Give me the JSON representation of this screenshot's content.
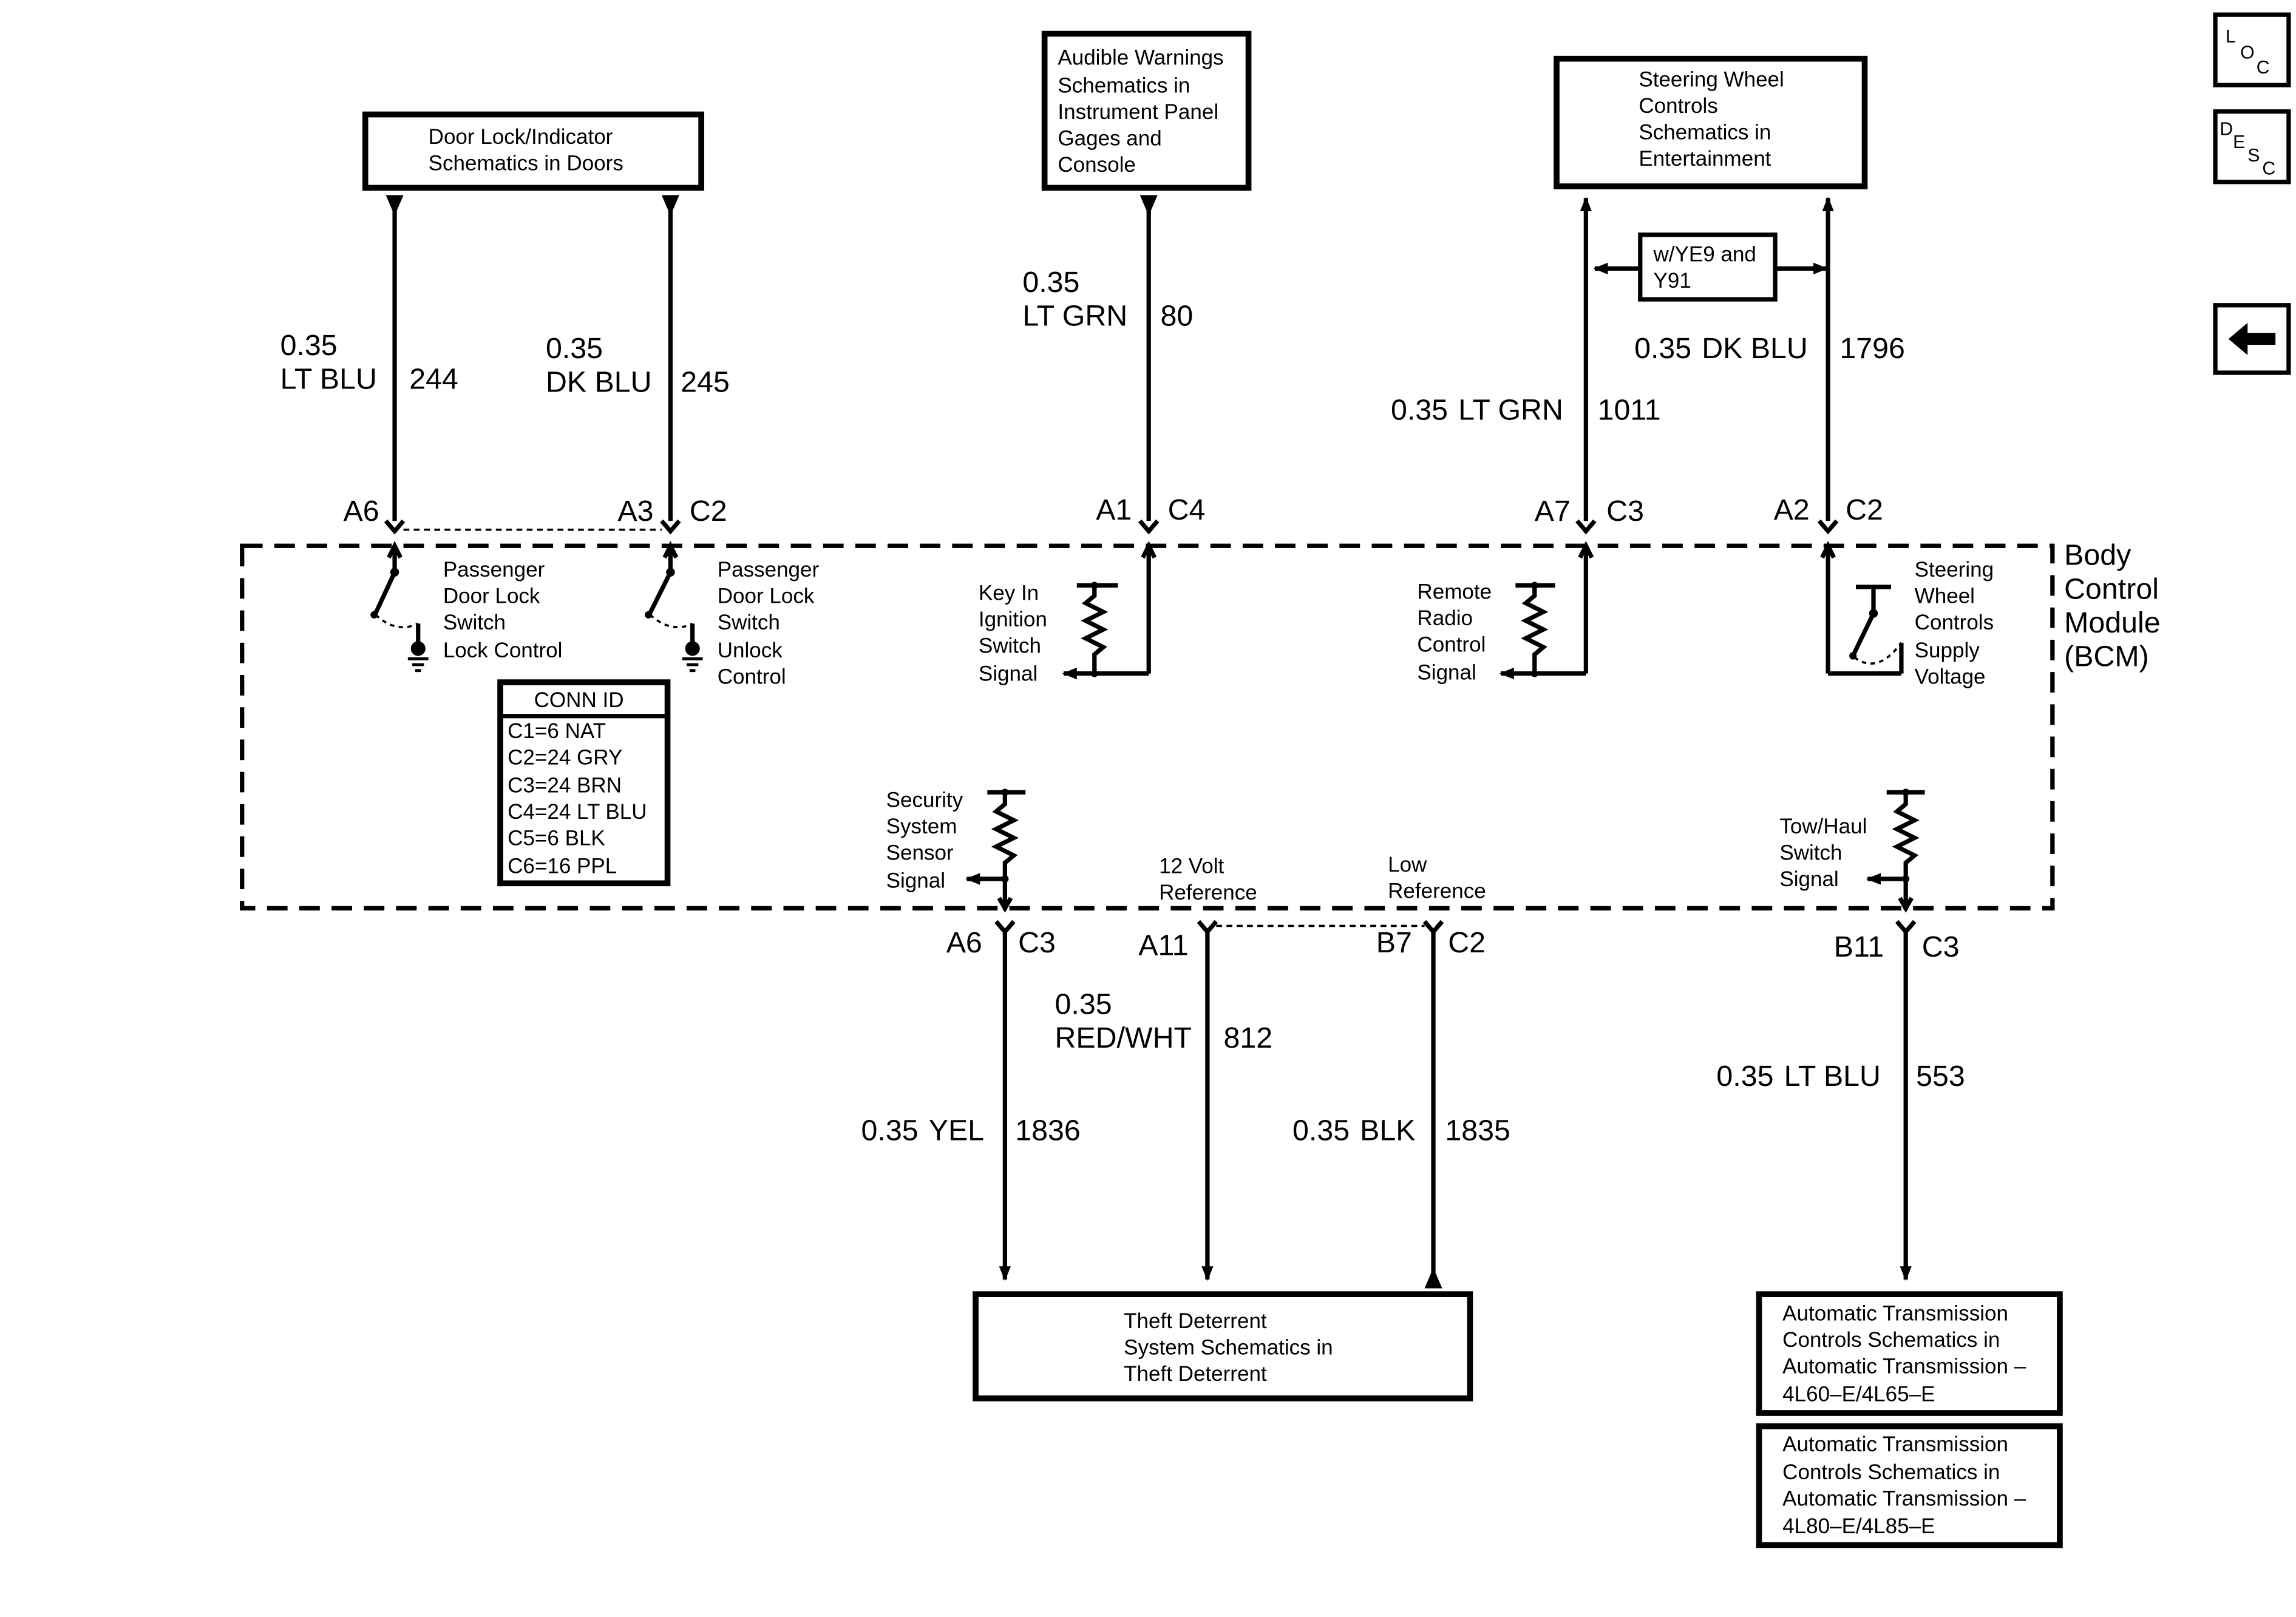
{
  "boxes": {
    "door_lock": [
      "Door Lock/Indicator",
      "Schematics in Doors"
    ],
    "audible": [
      "Audible Warnings",
      "Schematics in",
      "Instrument Panel",
      "Gages and",
      "Console"
    ],
    "steering_wheel": [
      "Steering Wheel",
      "Controls",
      "Schematics in",
      "Entertainment"
    ],
    "option": [
      "w/YE9 and",
      "Y91"
    ],
    "theft": [
      "Theft Deterrent",
      "System Schematics in",
      "Theft Deterrent"
    ],
    "trans1": [
      "Automatic Transmission",
      "Controls Schematics in",
      "Automatic Transmission –",
      "4L60–E/4L65–E"
    ],
    "trans2": [
      "Automatic Transmission",
      "Controls Schematics in",
      "Automatic Transmission –",
      "4L80–E/4L85–E"
    ]
  },
  "module": {
    "name": [
      "Body",
      "Control",
      "Module",
      "(BCM)"
    ]
  },
  "conn_id": {
    "title": "CONN ID",
    "rows": [
      "C1=6 NAT",
      "C2=24 GRY",
      "C3=24 BRN",
      "C4=24 LT BLU",
      "C5=6 BLK",
      "C6=16 PPL"
    ]
  },
  "circuits_top": [
    {
      "gauge": "0.35",
      "color": "LT BLU",
      "number": "244",
      "pin": "A6",
      "connector": ""
    },
    {
      "gauge": "0.35",
      "color": "DK BLU",
      "number": "245",
      "pin": "A3",
      "connector": "C2"
    },
    {
      "gauge": "0.35",
      "color": "LT GRN",
      "number": "80",
      "pin": "A1",
      "connector": "C4"
    },
    {
      "gauge": "0.35",
      "color": "LT GRN",
      "number": "1011",
      "pin": "A7",
      "connector": "C3"
    },
    {
      "gauge": "0.35",
      "color": "DK BLU",
      "number": "1796",
      "pin": "A2",
      "connector": "C2"
    }
  ],
  "circuits_bottom": [
    {
      "gauge": "0.35",
      "color": "YEL",
      "number": "1836",
      "pin": "A6",
      "connector": "C3"
    },
    {
      "gauge": "0.35",
      "color": "RED/WHT",
      "number": "812",
      "pin": "A11",
      "connector": ""
    },
    {
      "gauge": "0.35",
      "color": "BLK",
      "number": "1835",
      "pin": "B7",
      "connector": "C2"
    },
    {
      "gauge": "0.35",
      "color": "LT BLU",
      "number": "553",
      "pin": "B11",
      "connector": "C3"
    }
  ],
  "internal": {
    "pass_lock": [
      "Passenger",
      "Door Lock",
      "Switch",
      "Lock Control"
    ],
    "pass_unlock": [
      "Passenger",
      "Door Lock",
      "Switch",
      "Unlock",
      "Control"
    ],
    "key_in": [
      "Key In",
      "Ignition",
      "Switch",
      "Signal"
    ],
    "remote_radio": [
      "Remote",
      "Radio",
      "Control",
      "Signal"
    ],
    "steering_supply": [
      "Steering",
      "Wheel",
      "Controls",
      "Supply",
      "Voltage"
    ],
    "security": [
      "Security",
      "System",
      "Sensor",
      "Signal"
    ],
    "twelve_volt": [
      "12 Volt",
      "Reference"
    ],
    "low_ref": [
      "Low",
      "Reference"
    ],
    "tow_haul": [
      "Tow/Haul",
      "Switch",
      "Signal"
    ]
  },
  "nav": {
    "loc": [
      "L",
      "O",
      "C"
    ],
    "desc": [
      "D",
      "E",
      "S",
      "C"
    ],
    "back_icon": "left-arrow"
  }
}
